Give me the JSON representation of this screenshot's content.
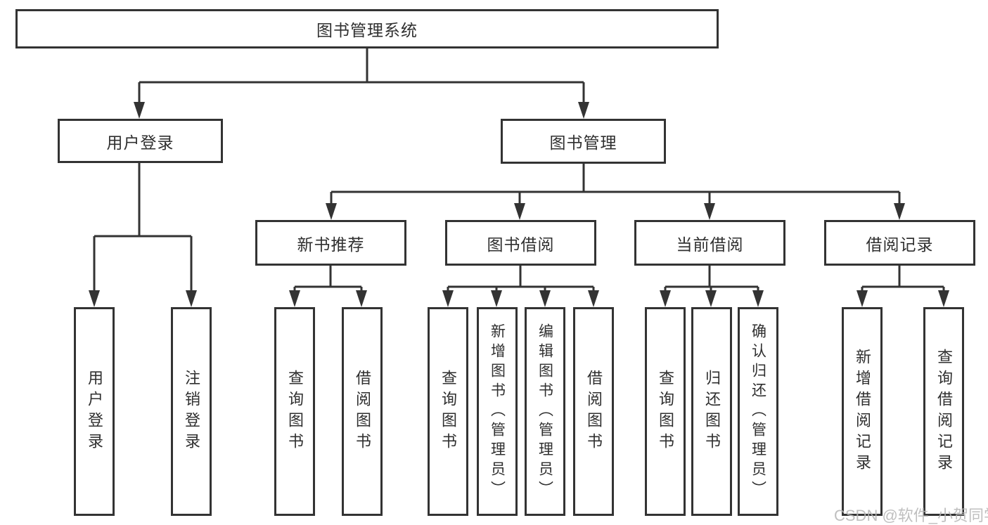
{
  "nodes": {
    "root": {
      "label": "图书管理系统"
    },
    "level2": [
      {
        "label": "用户登录"
      },
      {
        "label": "图书管理"
      }
    ],
    "level3": [
      {
        "label": "新书推荐"
      },
      {
        "label": "图书借阅"
      },
      {
        "label": "当前借阅"
      },
      {
        "label": "借阅记录"
      }
    ],
    "level4": {
      "user": [
        "用户登录",
        "注销登录"
      ],
      "recommend": [
        "查询图书",
        "借阅图书"
      ],
      "borrow": [
        "查询图书",
        "新增图书（管理员）",
        "编辑图书（管理员）",
        "借阅图书"
      ],
      "current": [
        "查询图书",
        "归还图书",
        "确认归还（管理员）"
      ],
      "records": [
        "新增借阅记录",
        "查询借阅记录"
      ]
    }
  },
  "watermark": "CSDN @软件_小贺同学",
  "colors": {
    "line": "#333333",
    "box_border": "#333333",
    "text": "#2f2f2f",
    "watermark": "#b5b5b5",
    "background": "#ffffff"
  }
}
